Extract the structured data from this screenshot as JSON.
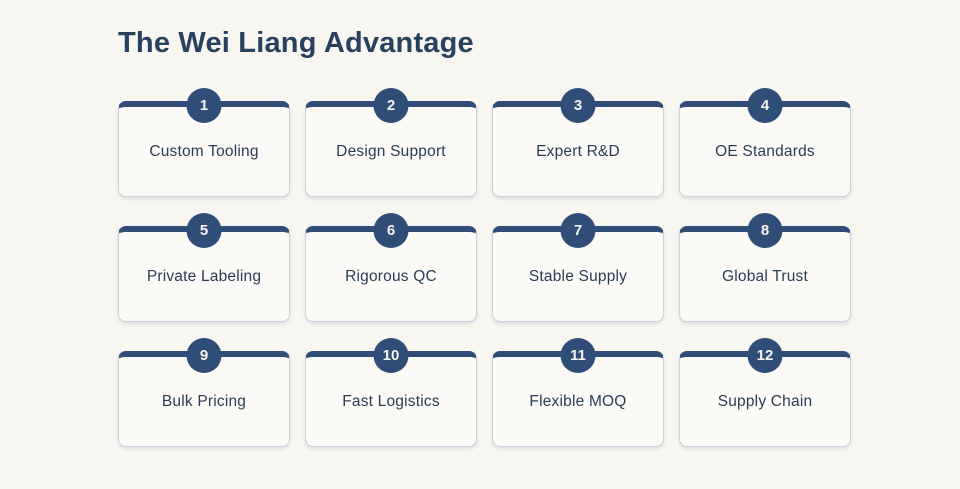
{
  "page": {
    "title": "The Wei Liang Advantage"
  },
  "theme": {
    "background": "#f8f6f1",
    "card_background": "#fbfaf6",
    "card_border": "#c9d2dc",
    "accent_navy": "#2f4d77",
    "title_color": "#27415f",
    "label_color": "#2b3c55",
    "badge_text_color": "#f6f4ee"
  },
  "cards": [
    {
      "number": "1",
      "label": "Custom Tooling"
    },
    {
      "number": "2",
      "label": "Design Support"
    },
    {
      "number": "3",
      "label": "Expert R&D"
    },
    {
      "number": "4",
      "label": "OE Standards"
    },
    {
      "number": "5",
      "label": "Private Labeling"
    },
    {
      "number": "6",
      "label": "Rigorous QC"
    },
    {
      "number": "7",
      "label": "Stable Supply"
    },
    {
      "number": "8",
      "label": "Global Trust"
    },
    {
      "number": "9",
      "label": "Bulk Pricing"
    },
    {
      "number": "10",
      "label": "Fast Logistics"
    },
    {
      "number": "11",
      "label": "Flexible MOQ"
    },
    {
      "number": "12",
      "label": "Supply Chain"
    }
  ]
}
